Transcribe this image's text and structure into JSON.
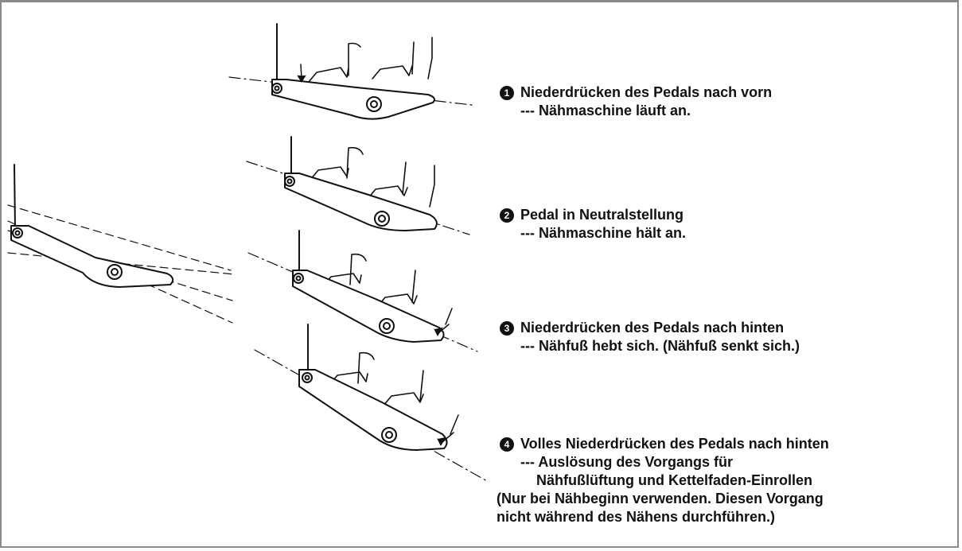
{
  "steps": [
    {
      "number": "1",
      "title": "Niederdrücken des Pedals nach vorn",
      "lines": [
        "--- Nähmaschine läuft an."
      ],
      "note": []
    },
    {
      "number": "2",
      "title": "Pedal in Neutralstellung",
      "lines": [
        "--- Nähmaschine hält an."
      ],
      "note": []
    },
    {
      "number": "3",
      "title": "Niederdrücken des Pedals nach hinten",
      "lines": [
        "--- Nähfuß hebt sich. (Nähfuß senkt sich.)"
      ],
      "note": []
    },
    {
      "number": "4",
      "title": "Volles Niederdrücken des Pedals nach hinten",
      "lines": [
        "--- Auslösung des Vorgangs für",
        "    Nähfußlüftung und Kettelfaden-Einrollen"
      ],
      "note": [
        "(Nur bei Nähbeginn verwenden. Diesen Vorgang",
        "nicht während des Nähens durchführen.)"
      ]
    }
  ],
  "colors": {
    "ink": "#111111",
    "frame": "#8a8a8a"
  }
}
